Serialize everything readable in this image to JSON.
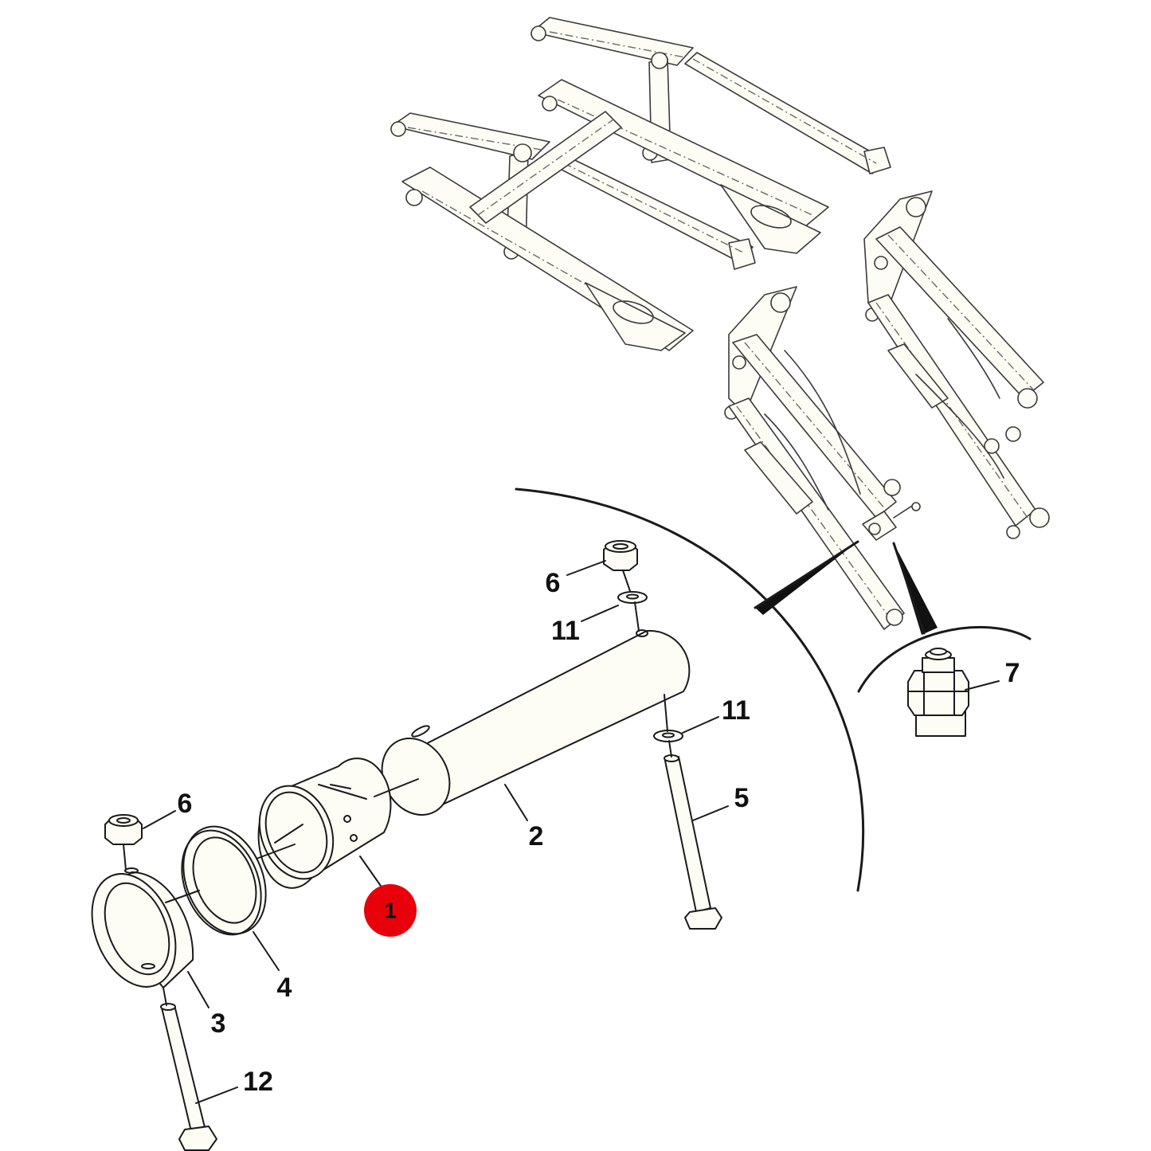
{
  "colors": {
    "highlight": "#e8000b",
    "line": "#1a1a1a",
    "paper": "#ffffff",
    "part_fill": "#fdfdf6"
  },
  "callouts": {
    "part1": "1",
    "part2": "2",
    "part3": "3",
    "part4": "4",
    "part5": "5",
    "part6_top": "6",
    "part6_left": "6",
    "part7": "7",
    "part11_top": "11",
    "part11_right": "11",
    "part12": "12"
  },
  "highlighted_callout": "1"
}
